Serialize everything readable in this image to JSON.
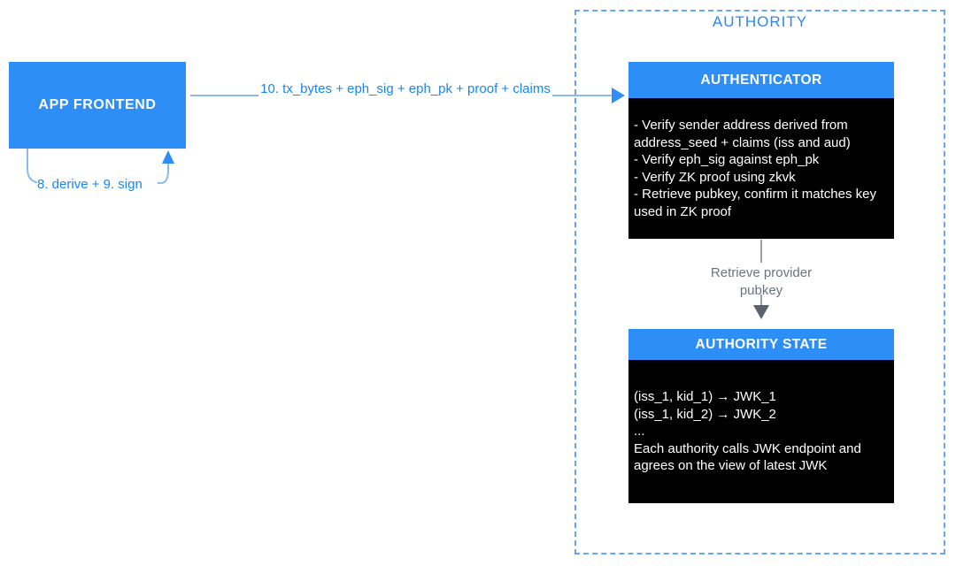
{
  "colors": {
    "node_blue": "#2E8EF7",
    "blue_text": "#1886F2",
    "light_blue_line": "#8FB9F2",
    "dashed_border_blue": "#66A5F8",
    "gray_text": "#6C7380",
    "gray_line": "#9BA1A8",
    "gray_arrowhead": "#5A6270",
    "body_black": "#000000",
    "body_text_white": "#ffffff"
  },
  "app_frontend": {
    "label": "APP FRONTEND"
  },
  "arrows": {
    "tx_label": "10. tx_bytes + eph_sig + eph_pk + proof + claims",
    "derive_sign_label": "8. derive + 9. sign",
    "retrieve_label": "Retrieve provider pubkey"
  },
  "authority": {
    "title": "AUTHORITY",
    "authenticator": {
      "title": "AUTHENTICATOR",
      "body": "- Verify sender address derived from address_seed + claims (iss and aud)\n- Verify eph_sig against eph_pk\n- Verify ZK proof using zkvk\n- Retrieve pubkey, confirm it matches key used in ZK proof"
    },
    "authority_state": {
      "title": "AUTHORITY STATE",
      "body": "(iss_1, kid_1) → JWK_1\n(iss_1, kid_2) → JWK_2\n...\nEach authority calls JWK endpoint and agrees on the view of latest JWK"
    }
  }
}
